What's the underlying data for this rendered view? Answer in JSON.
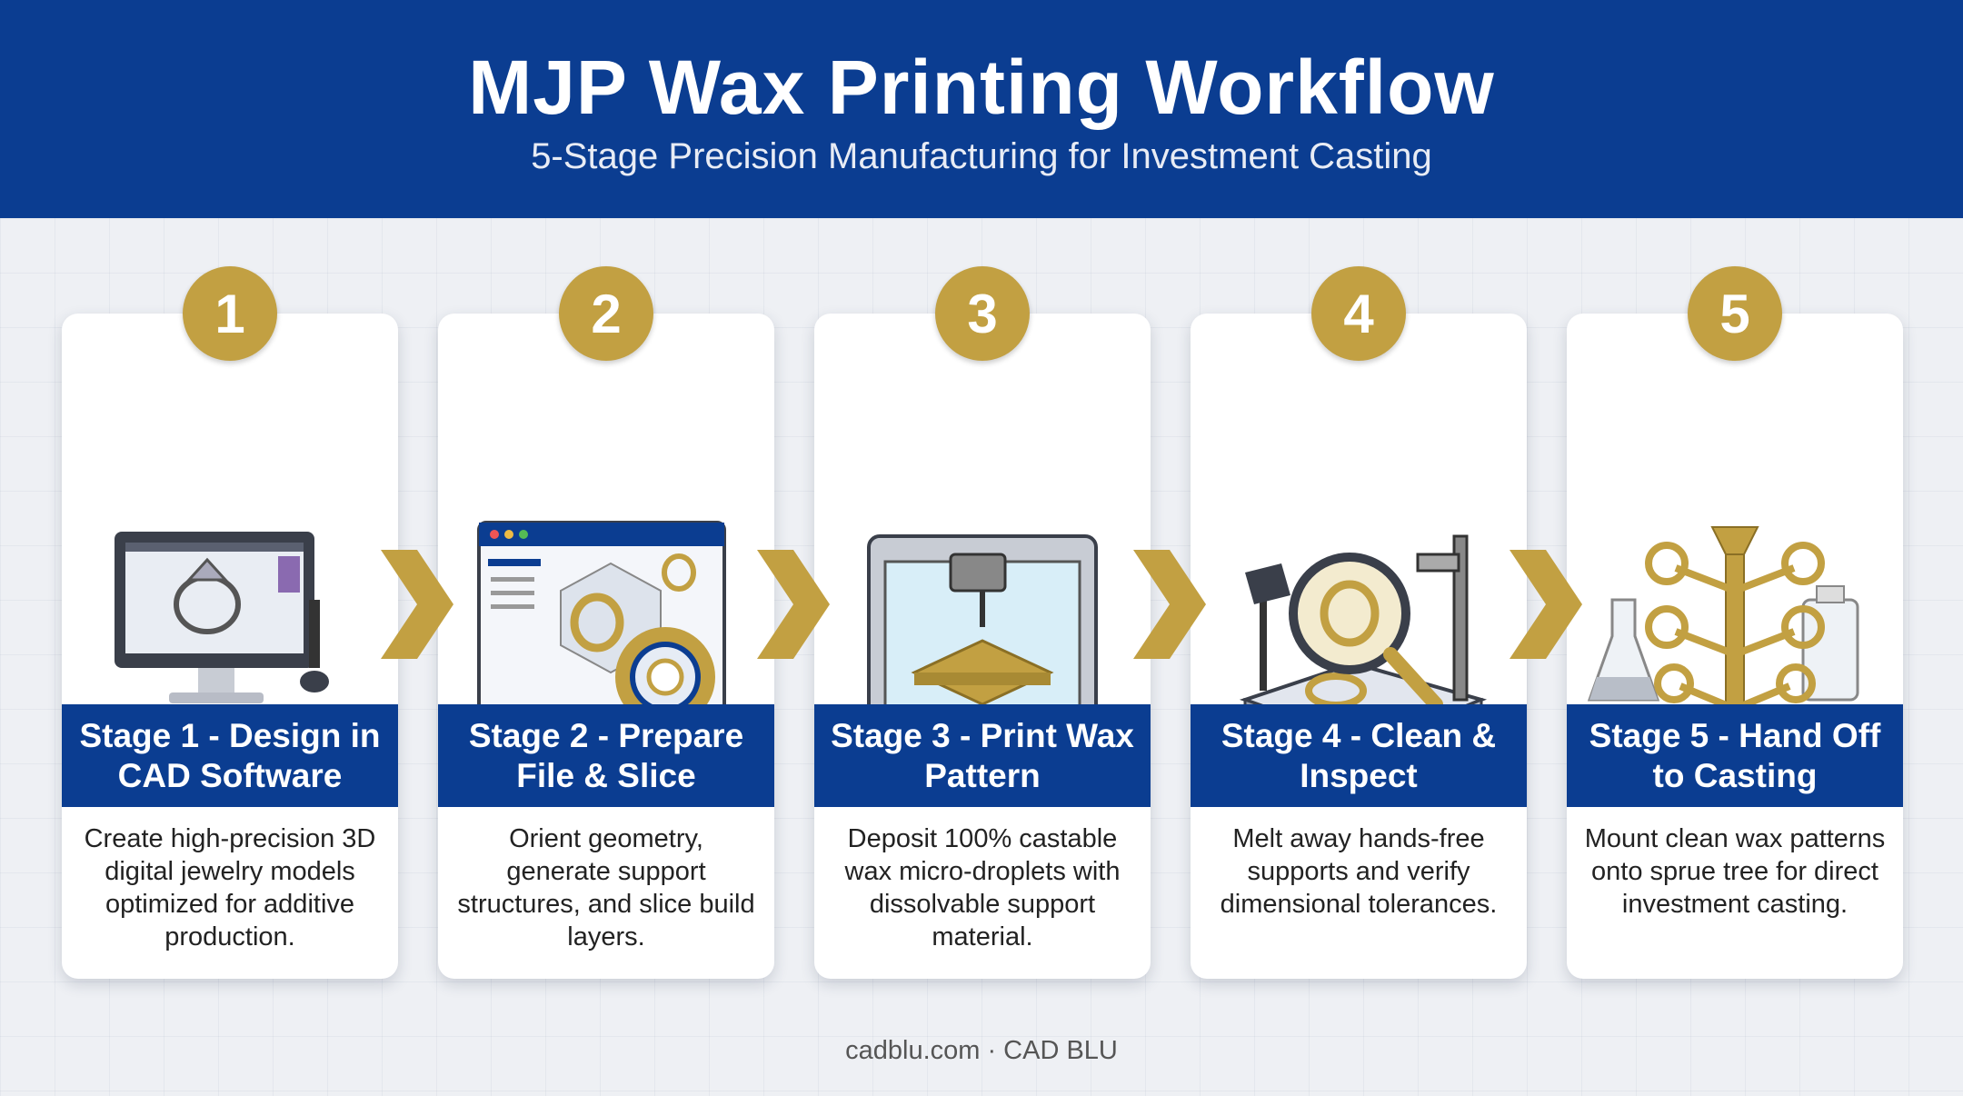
{
  "header": {
    "title": "MJP Wax Printing Workflow",
    "subtitle": "5-Stage Precision Manufacturing for Investment Casting"
  },
  "stages": [
    {
      "number": "1",
      "title": "Stage 1 - Design in CAD Software",
      "description": "Create high-precision 3D digital jewelry models optimized for additive production.",
      "icon": "cad-workstation-icon"
    },
    {
      "number": "2",
      "title": "Stage 2 - Prepare File & Slice",
      "description": "Orient geometry, generate support structures, and slice build layers.",
      "icon": "slicing-software-icon"
    },
    {
      "number": "3",
      "title": "Stage 3 - Print Wax Pattern",
      "description": "Deposit 100% castable wax micro-droplets with dissolvable support material.",
      "icon": "3d-printer-icon"
    },
    {
      "number": "4",
      "title": "Stage 4 - Clean & Inspect",
      "description": "Melt away hands-free supports and verify dimensional tolerances.",
      "icon": "inspection-magnifier-icon"
    },
    {
      "number": "5",
      "title": "Stage 5 - Hand Off to Casting",
      "description": "Mount clean wax patterns onto sprue tree for direct investment casting.",
      "icon": "casting-sprue-tree-icon"
    }
  ],
  "footer": {
    "credit": "cadblu.com · CAD BLU"
  },
  "colors": {
    "primary": "#0b3d91",
    "gold": "#c2a042",
    "background": "#eef0f4"
  }
}
